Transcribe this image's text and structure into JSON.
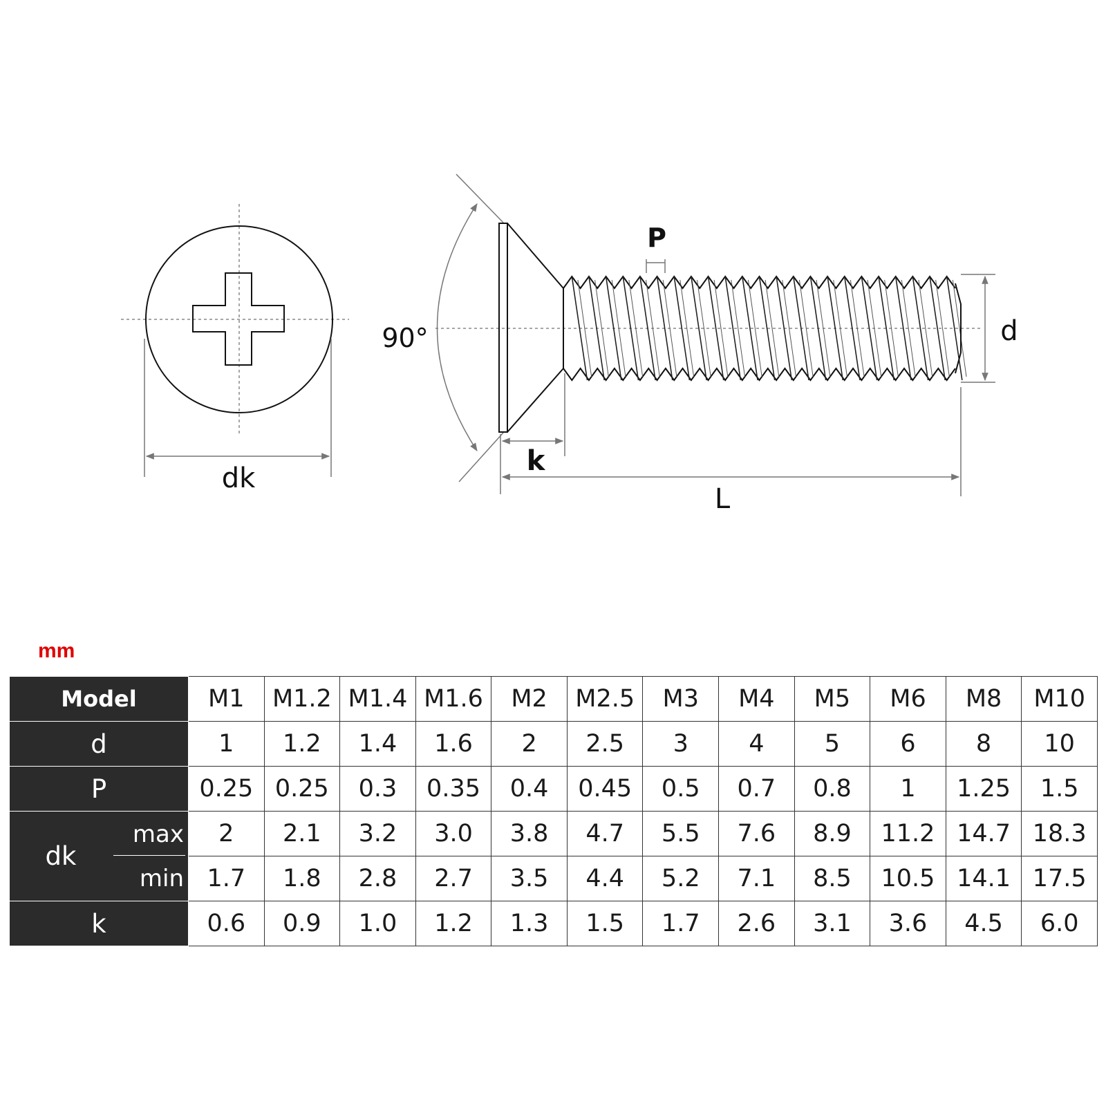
{
  "drawing": {
    "labels": {
      "dk": "dk",
      "angle": "90°",
      "pitch": "P",
      "diameter": "d",
      "head_height": "k",
      "length": "L"
    }
  },
  "unit": "mm",
  "table": {
    "model_label": "Model",
    "d_label": "d",
    "p_label": "P",
    "dk_label": "dk",
    "dk_max_label": "max",
    "dk_min_label": "min",
    "k_label": "k",
    "models": [
      "M1",
      "M1.2",
      "M1.4",
      "M1.6",
      "M2",
      "M2.5",
      "M3",
      "M4",
      "M5",
      "M6",
      "M8",
      "M10"
    ],
    "d": [
      "1",
      "1.2",
      "1.4",
      "1.6",
      "2",
      "2.5",
      "3",
      "4",
      "5",
      "6",
      "8",
      "10"
    ],
    "p": [
      "0.25",
      "0.25",
      "0.3",
      "0.35",
      "0.4",
      "0.45",
      "0.5",
      "0.7",
      "0.8",
      "1",
      "1.25",
      "1.5"
    ],
    "dk_max": [
      "2",
      "2.1",
      "3.2",
      "3.0",
      "3.8",
      "4.7",
      "5.5",
      "7.6",
      "8.9",
      "11.2",
      "14.7",
      "18.3"
    ],
    "dk_min": [
      "1.7",
      "1.8",
      "2.8",
      "2.7",
      "3.5",
      "4.4",
      "5.2",
      "7.1",
      "8.5",
      "10.5",
      "14.1",
      "17.5"
    ],
    "k": [
      "0.6",
      "0.9",
      "1.0",
      "1.2",
      "1.3",
      "1.5",
      "1.7",
      "2.6",
      "3.1",
      "3.6",
      "4.5",
      "6.0"
    ]
  }
}
